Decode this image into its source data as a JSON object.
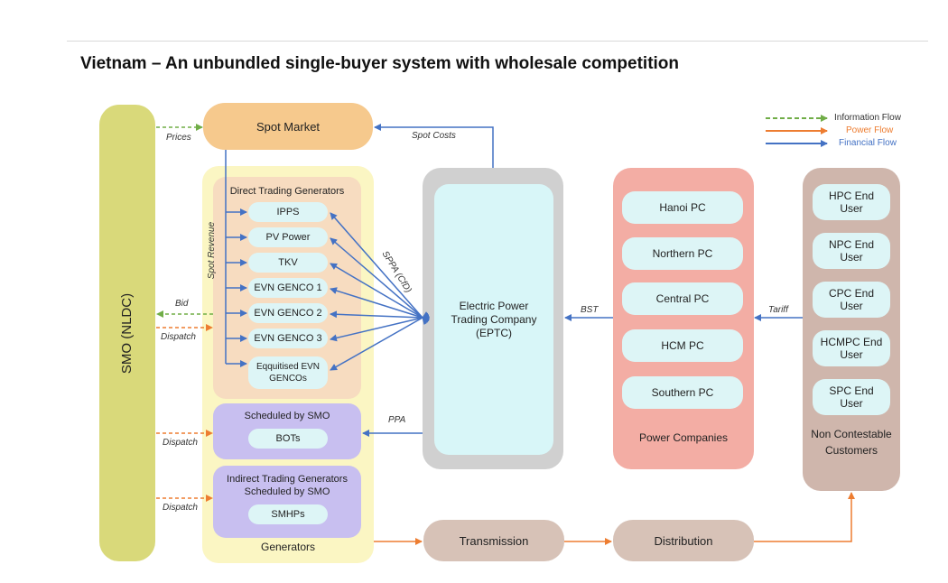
{
  "title": "Vietnam – An unbundled single-buyer system with wholesale competition",
  "legend": [
    {
      "label": "Information Flow",
      "color": "#70ad47"
    },
    {
      "label": "Power Flow",
      "color": "#ed7d31"
    },
    {
      "label": "Financial Flow",
      "color": "#4472c4"
    }
  ],
  "smo": "SMO (NLDC)",
  "spot_market": "Spot Market",
  "generators": {
    "footer": "Generators",
    "direct": {
      "header": "Direct Trading Generators",
      "items": [
        "IPPS",
        "PV Power",
        "TKV",
        "EVN GENCO 1",
        "EVN GENCO 2",
        "EVN GENCO 3",
        "Eqquitised EVN GENCOs"
      ]
    },
    "scheduled": {
      "header": "Scheduled by SMO",
      "item": "BOTs"
    },
    "indirect": {
      "header": "Indirect Trading Generators Scheduled by SMO",
      "item": "SMHPs"
    }
  },
  "eptc": "Electric Power Trading Company (EPTC)",
  "power_companies": {
    "footer": "Power Companies",
    "items": [
      "Hanoi PC",
      "Northern PC",
      "Central PC",
      "HCM PC",
      "Southern PC"
    ]
  },
  "customers": {
    "items": [
      "HPC End User",
      "NPC End User",
      "CPC End User",
      "HCMPC End User",
      "SPC End User"
    ],
    "footer": "Non Contestable Customers"
  },
  "transmission": "Transmission",
  "distribution": "Distribution",
  "flow_labels": {
    "prices": "Prices",
    "spot_costs": "Spot Costs",
    "spot_revenue": "Spot Revenue",
    "sppa": "SPPA (CfD)",
    "bid": "Bid",
    "dispatch": "Dispatch",
    "bst": "BST",
    "tariff": "Tariff",
    "ppa": "PPA"
  },
  "colors": {
    "smo": "#d9d97a",
    "spot_market": "#f6c98d",
    "generators_bg": "#fbf6c3",
    "direct_bg": "#f7dcc0",
    "purple": "#c8bff0",
    "pill": "#ddf5f6",
    "eptc_outer": "#d0d0d0",
    "eptc_inner": "#d8f6f8",
    "pc_bg": "#f3ada4",
    "cust_bg": "#cfb6ac",
    "trans": "#d7c2b7"
  }
}
